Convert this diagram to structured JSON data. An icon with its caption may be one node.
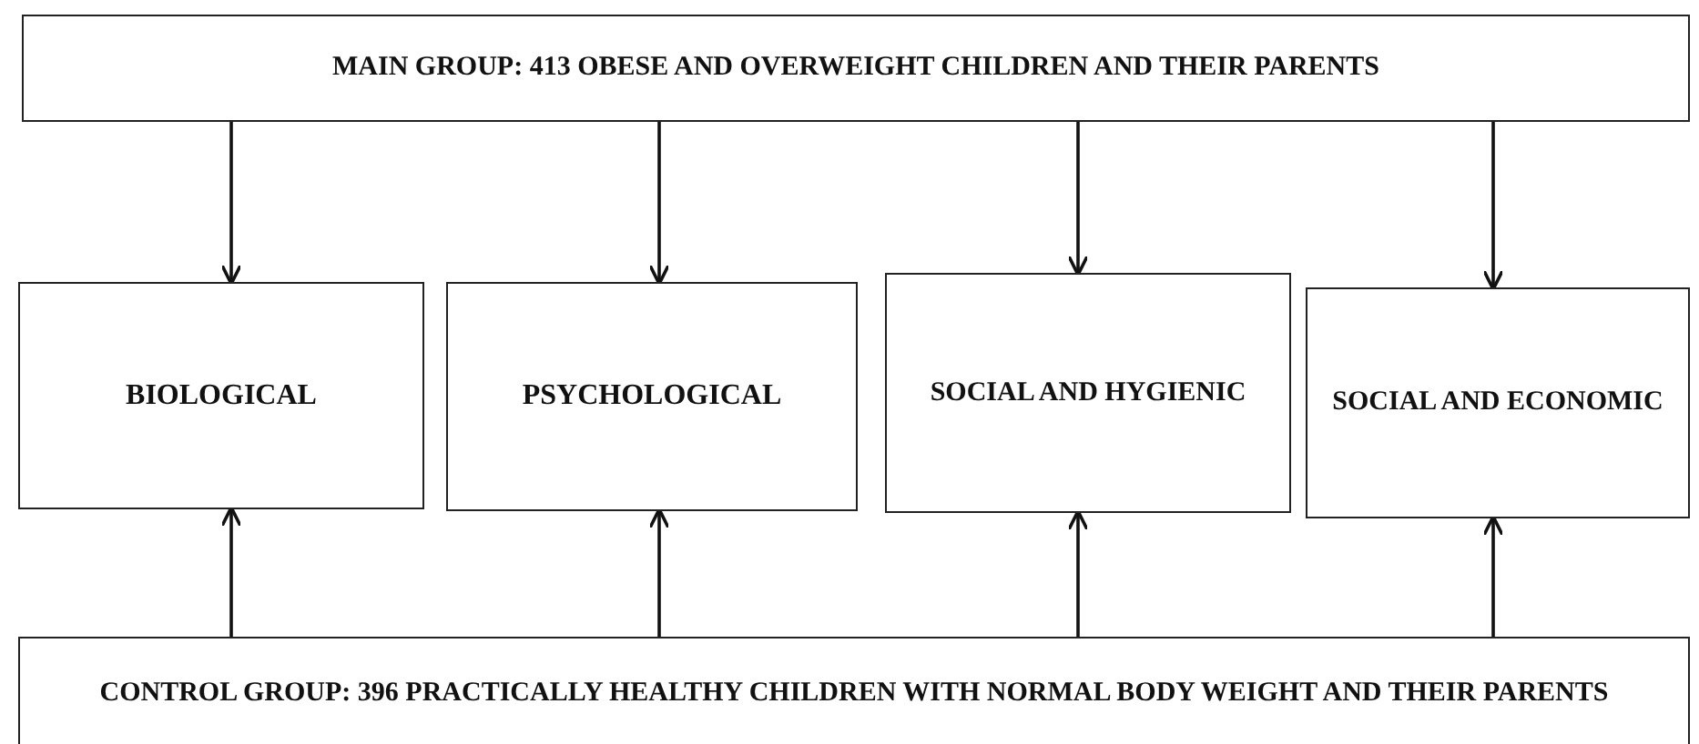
{
  "diagram": {
    "nodes": [
      {
        "text": [
          "MAIN GROUP: 413 OBESE AND OVERWEIGHT CHILDREN AND THEIR PARENTS"
        ]
      },
      {
        "text": [
          "BIOLOGICAL"
        ]
      },
      {
        "text": [
          "PSYCHOLOGICAL"
        ]
      },
      {
        "text": [
          "SOCIAL AND HYGIENIC"
        ]
      },
      {
        "text": [
          "SOCIAL AND ECONOMIC"
        ]
      },
      {
        "text": [
          "CONTROL GROUP: 396 PRACTICALLY HEALTHY CHILDREN WITH NORMAL BODY WEIGHT AND THEIR PARENTS"
        ]
      }
    ],
    "edges": [
      {
        "from": 0,
        "to": 1,
        "arrow": "to"
      },
      {
        "from": 0,
        "to": 2,
        "arrow": "to"
      },
      {
        "from": 0,
        "to": 3,
        "arrow": "to"
      },
      {
        "from": 0,
        "to": 4,
        "arrow": "to"
      },
      {
        "from": 5,
        "to": 1,
        "arrow": "to"
      },
      {
        "from": 5,
        "to": 2,
        "arrow": "to"
      },
      {
        "from": 5,
        "to": 3,
        "arrow": "to"
      },
      {
        "from": 5,
        "to": 4,
        "arrow": "to"
      }
    ]
  }
}
